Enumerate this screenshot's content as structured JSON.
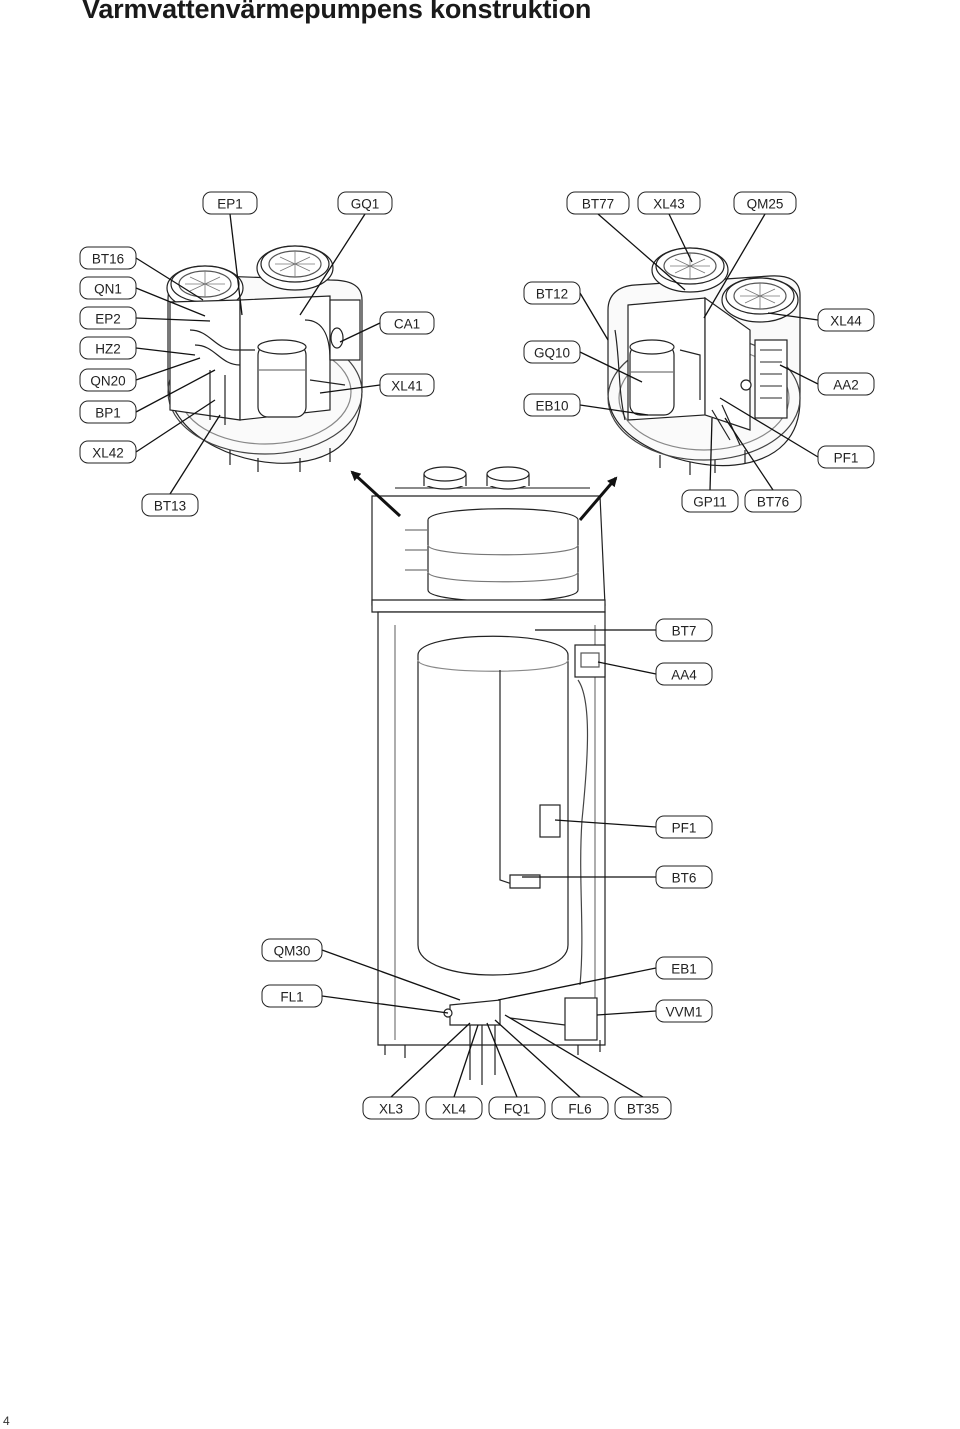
{
  "page": {
    "title": "Varmvattenvärmepumpens konstruktion",
    "page_number": "4"
  },
  "callouts": [
    {
      "id": "EP1",
      "label": "EP1"
    },
    {
      "id": "GQ1",
      "label": "GQ1"
    },
    {
      "id": "BT77",
      "label": "BT77"
    },
    {
      "id": "XL43",
      "label": "XL43"
    },
    {
      "id": "QM25",
      "label": "QM25"
    },
    {
      "id": "BT16",
      "label": "BT16"
    },
    {
      "id": "QN1",
      "label": "QN1"
    },
    {
      "id": "EP2",
      "label": "EP2"
    },
    {
      "id": "HZ2",
      "label": "HZ2"
    },
    {
      "id": "QN20",
      "label": "QN20"
    },
    {
      "id": "BP1",
      "label": "BP1"
    },
    {
      "id": "XL42",
      "label": "XL42"
    },
    {
      "id": "CA1",
      "label": "CA1"
    },
    {
      "id": "XL41",
      "label": "XL41"
    },
    {
      "id": "BT12",
      "label": "BT12"
    },
    {
      "id": "GQ10",
      "label": "GQ10"
    },
    {
      "id": "EB10",
      "label": "EB10"
    },
    {
      "id": "XL44",
      "label": "XL44"
    },
    {
      "id": "AA2",
      "label": "AA2"
    },
    {
      "id": "PF1a",
      "label": "PF1"
    },
    {
      "id": "BT13",
      "label": "BT13"
    },
    {
      "id": "GP11",
      "label": "GP11"
    },
    {
      "id": "BT76",
      "label": "BT76"
    },
    {
      "id": "BT7",
      "label": "BT7"
    },
    {
      "id": "AA4",
      "label": "AA4"
    },
    {
      "id": "PF1b",
      "label": "PF1"
    },
    {
      "id": "BT6",
      "label": "BT6"
    },
    {
      "id": "QM30",
      "label": "QM30"
    },
    {
      "id": "FL1",
      "label": "FL1"
    },
    {
      "id": "EB1",
      "label": "EB1"
    },
    {
      "id": "VVM1",
      "label": "VVM1"
    },
    {
      "id": "XL3",
      "label": "XL3"
    },
    {
      "id": "XL4",
      "label": "XL4"
    },
    {
      "id": "FQ1",
      "label": "FQ1"
    },
    {
      "id": "FL6",
      "label": "FL6"
    },
    {
      "id": "BT35",
      "label": "BT35"
    }
  ]
}
